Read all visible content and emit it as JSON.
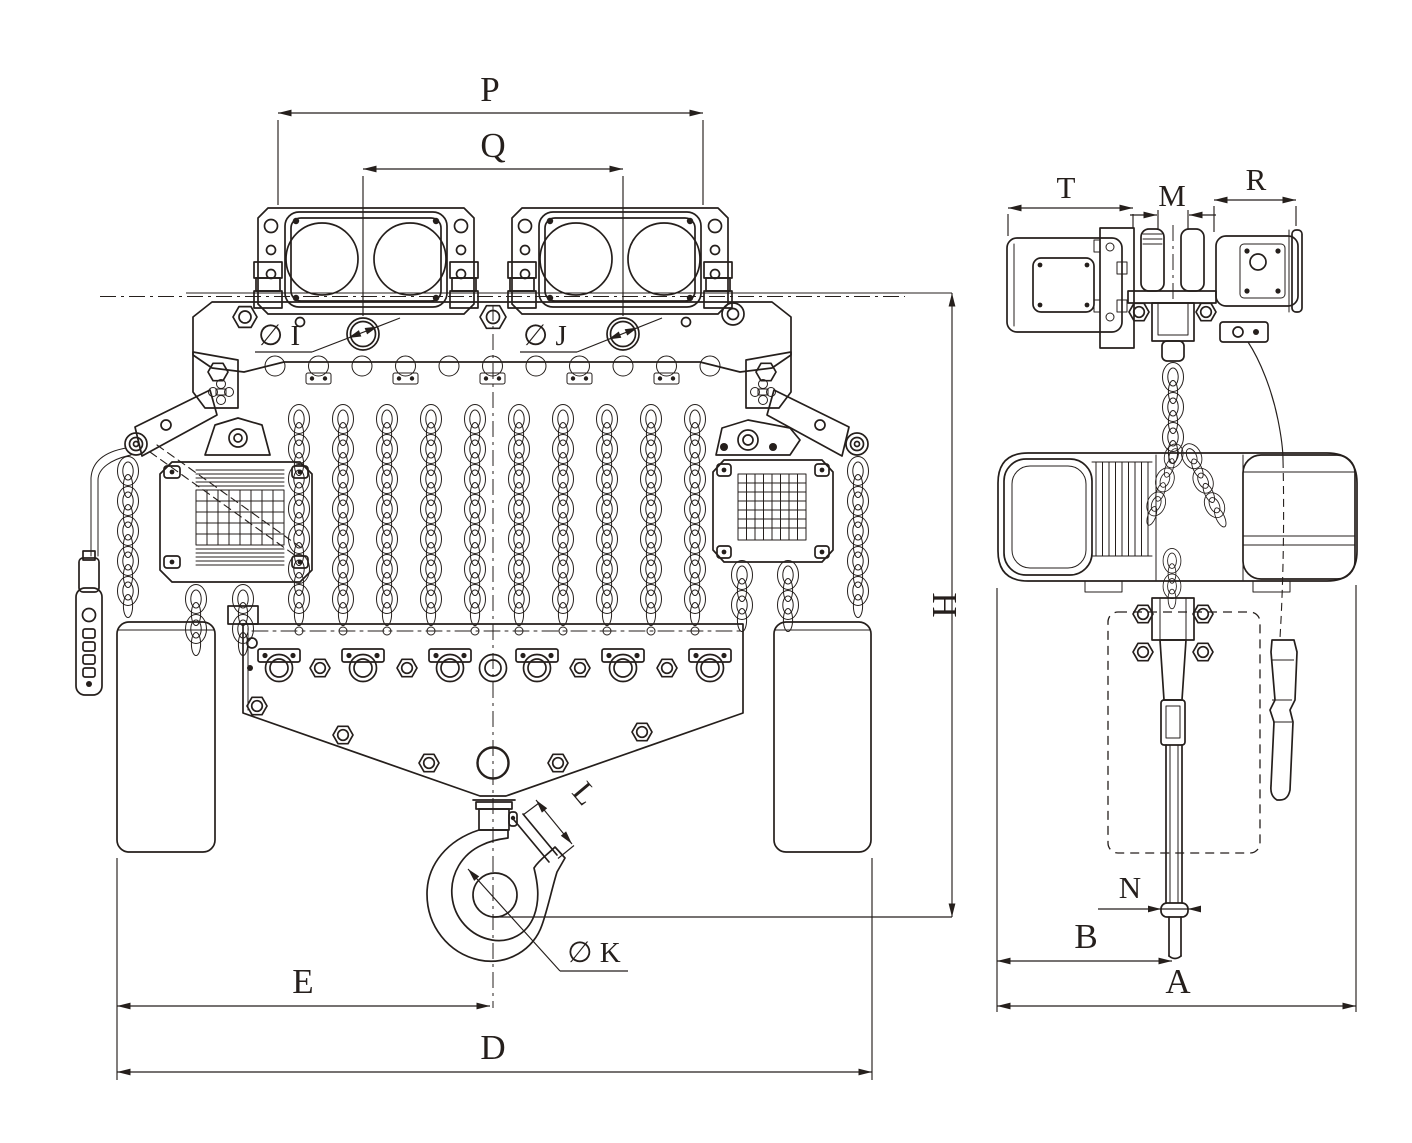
{
  "drawing": {
    "type": "engineering-dimension-drawing",
    "views": {
      "front": "front-view",
      "side": "side-view"
    }
  },
  "labels": {
    "p": "P",
    "q": "Q",
    "phi_i": "∅ I",
    "phi_j": "∅ J",
    "h": "H",
    "l": "L",
    "phi_k": "∅ K",
    "e": "E",
    "d": "D",
    "t": "T",
    "m": "M",
    "r": "R",
    "n": "N",
    "b": "B",
    "a": "A"
  },
  "colors": {
    "ink": "#251f1c",
    "background": "#ffffff"
  }
}
